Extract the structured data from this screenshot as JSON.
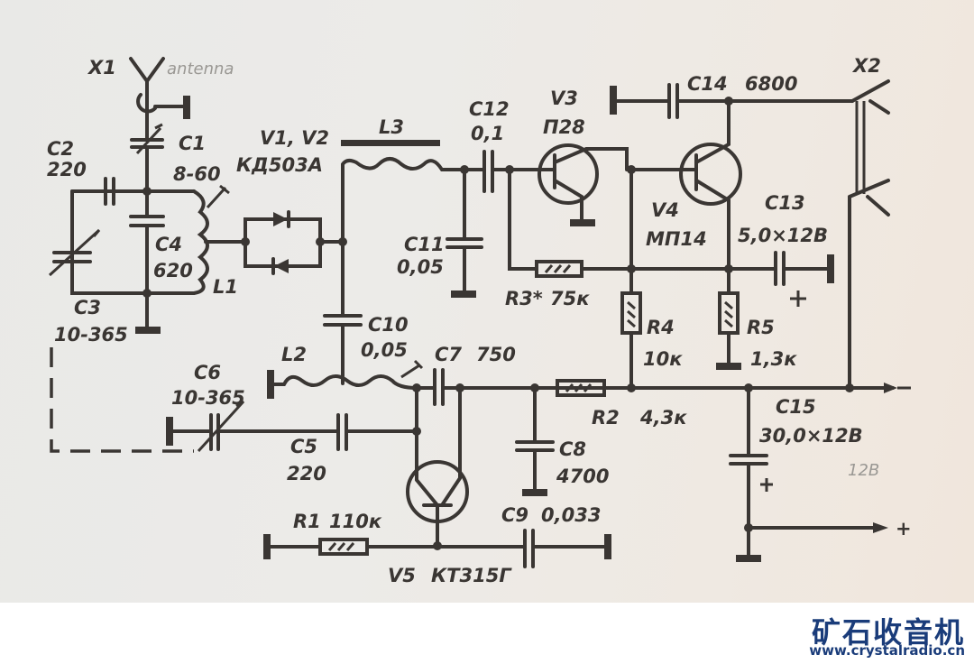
{
  "diagram": {
    "type": "radio receiver circuit schematic",
    "components": {
      "X1": {
        "ref": "X1",
        "note": "antenna input (faint handwritten text)"
      },
      "X2": {
        "ref": "X2",
        "note": "headphone output"
      },
      "C1": {
        "ref": "C1",
        "value": "8-60"
      },
      "C2": {
        "ref": "C2",
        "value": "220"
      },
      "C3": {
        "ref": "C3",
        "value": "10-365"
      },
      "C4": {
        "ref": "C4",
        "value": "620"
      },
      "L1": {
        "ref": "L1"
      },
      "V1V2": {
        "ref": "V1, V2",
        "value": "КД503А"
      },
      "L3": {
        "ref": "L3"
      },
      "C11": {
        "ref": "C11",
        "value": "0,05"
      },
      "C12": {
        "ref": "C12",
        "value": "0,1"
      },
      "V3": {
        "ref": "V3",
        "value": "П28"
      },
      "C14": {
        "ref": "C14",
        "value": "6800"
      },
      "V4": {
        "ref": "V4",
        "value": "МП14"
      },
      "C13": {
        "ref": "C13",
        "value": "5,0×12В"
      },
      "R3": {
        "ref": "R3*",
        "value": "75к"
      },
      "R4": {
        "ref": "R4",
        "value": "10к"
      },
      "R5": {
        "ref": "R5",
        "value": "1,3к"
      },
      "C10": {
        "ref": "C10",
        "value": "0,05"
      },
      "L2": {
        "ref": "L2"
      },
      "C7": {
        "ref": "C7",
        "value": "750"
      },
      "C6": {
        "ref": "C6",
        "value": "10-365"
      },
      "C5": {
        "ref": "C5",
        "value": "220"
      },
      "R2": {
        "ref": "R2",
        "value": "4,3к"
      },
      "C8": {
        "ref": "C8",
        "value": "4700"
      },
      "C9": {
        "ref": "C9",
        "value": "0,033"
      },
      "C15": {
        "ref": "C15",
        "value": "30,0×12В"
      },
      "R1": {
        "ref": "R1",
        "value": "110к"
      },
      "V5": {
        "ref": "V5",
        "value": "КТ315Г"
      }
    },
    "annotations": {
      "supply_pencil": "12В",
      "plus": "+"
    }
  },
  "watermark": {
    "title": "矿石收音机",
    "url": "www.crystalradio.cn",
    "color": "#1a3c7a"
  }
}
